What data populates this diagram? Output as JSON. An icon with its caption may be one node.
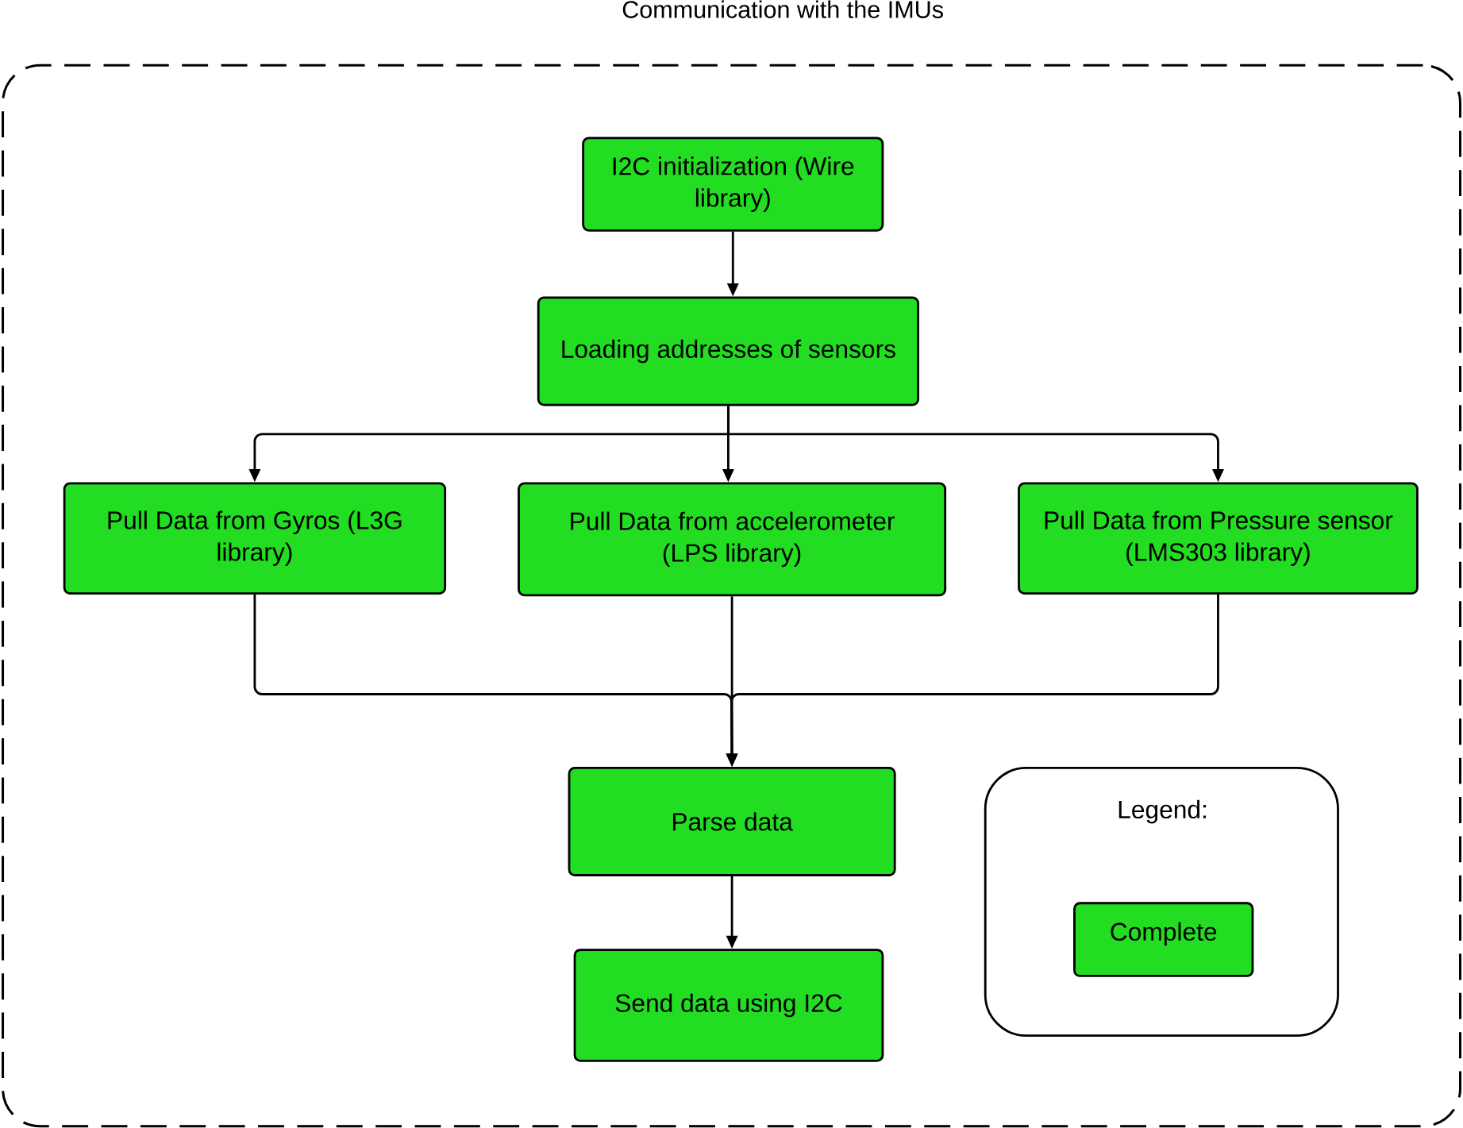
{
  "diagram": {
    "nodes": [
      {
        "text": [
          "Communication with the IMUs"
        ]
      },
      {
        "text": [
          "I2C initialization (Wire library)"
        ],
        "in": 0
      },
      {
        "text": [
          "Loading addresses  of sensors"
        ],
        "in": 0
      },
      {
        "text": [
          "Pull Data from Gyros (L3G library)"
        ],
        "in": 0
      },
      {
        "text": [
          "Pull Data from accelerometer (LPS library)"
        ],
        "in": 0
      },
      {
        "text": [
          "Pull Data from Pressure sensor (LMS303 library)"
        ],
        "in": 0
      },
      {
        "text": [
          "Parse data"
        ],
        "in": 0
      },
      {
        "text": [
          "Send data using I2C"
        ],
        "in": 0
      },
      {
        "text": [
          "Legend:"
        ],
        "in": 0
      }
    ],
    "edges": [
      {
        "from": 1,
        "to": 2,
        "arrow": "to"
      },
      {
        "from": 2,
        "to": 3,
        "arrow": "to"
      },
      {
        "from": 2,
        "to": 4,
        "arrow": "to"
      },
      {
        "from": 2,
        "to": 5,
        "arrow": "to"
      },
      {
        "from": 3,
        "to": 6,
        "arrow": "to"
      },
      {
        "from": 4,
        "to": 6,
        "arrow": "to"
      },
      {
        "from": 5,
        "to": 6,
        "arrow": "to"
      },
      {
        "from": 6,
        "to": 7,
        "arrow": "to"
      }
    ],
    "legend": [
      {
        "text": "Complete",
        "color": "#22dd22"
      }
    ]
  }
}
